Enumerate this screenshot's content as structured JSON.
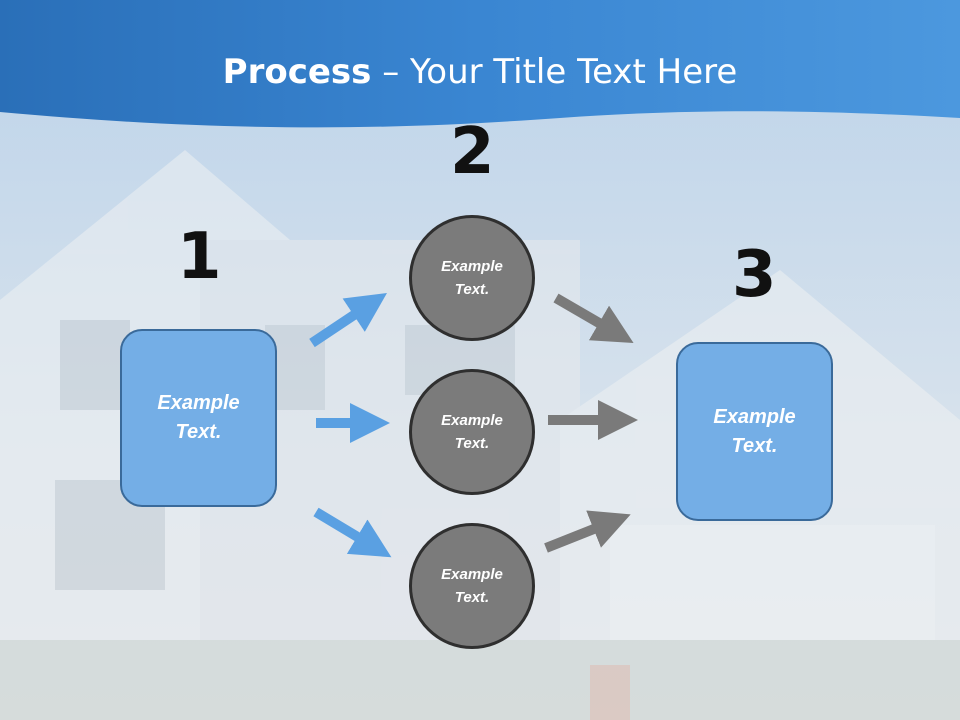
{
  "title": {
    "bold": "Process",
    "dash": " – ",
    "rest": "Your Title Text Here"
  },
  "colors": {
    "header_blue": "#2f79c4",
    "box_blue": "#74aee6",
    "circle_gray": "#7b7b7b",
    "arrow_blue": "#5aa0e2",
    "arrow_gray": "#7a7a7a"
  },
  "steps": [
    {
      "number": "1",
      "text": "Example\nText."
    },
    {
      "number": "2",
      "items": [
        "Example\nText.",
        "Example\nText.",
        "Example\nText."
      ]
    },
    {
      "number": "3",
      "text": "Example\nText."
    }
  ]
}
